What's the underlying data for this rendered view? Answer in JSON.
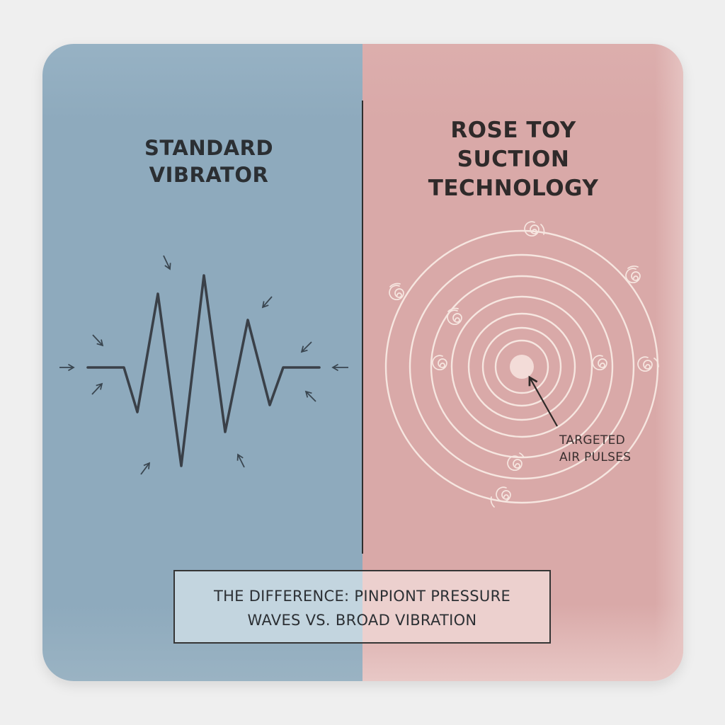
{
  "left_panel": {
    "title_line1": "STANDARD",
    "title_line2": "VIBRATOR",
    "background_color": "#8eaabd",
    "graphic": "broad-vibration-waveform-icon"
  },
  "right_panel": {
    "title_line1": "ROSE TOY",
    "title_line2": "SUCTION",
    "title_line3": "TECHNOLOGY",
    "background_color": "#d9a9a8",
    "graphic": "concentric-pressure-waves-icon",
    "callout_line1": "TARGETED",
    "callout_line2": "AIR PULSES"
  },
  "summary": {
    "line1": "THE DIFFERENCE: PINPIONT PRESSURE",
    "line2": "WAVES VS. BROAD VIBRATION"
  },
  "colors": {
    "page_background": "#efefef",
    "ink": "#2b2f33",
    "ring_stroke": "#f6e6e0"
  }
}
